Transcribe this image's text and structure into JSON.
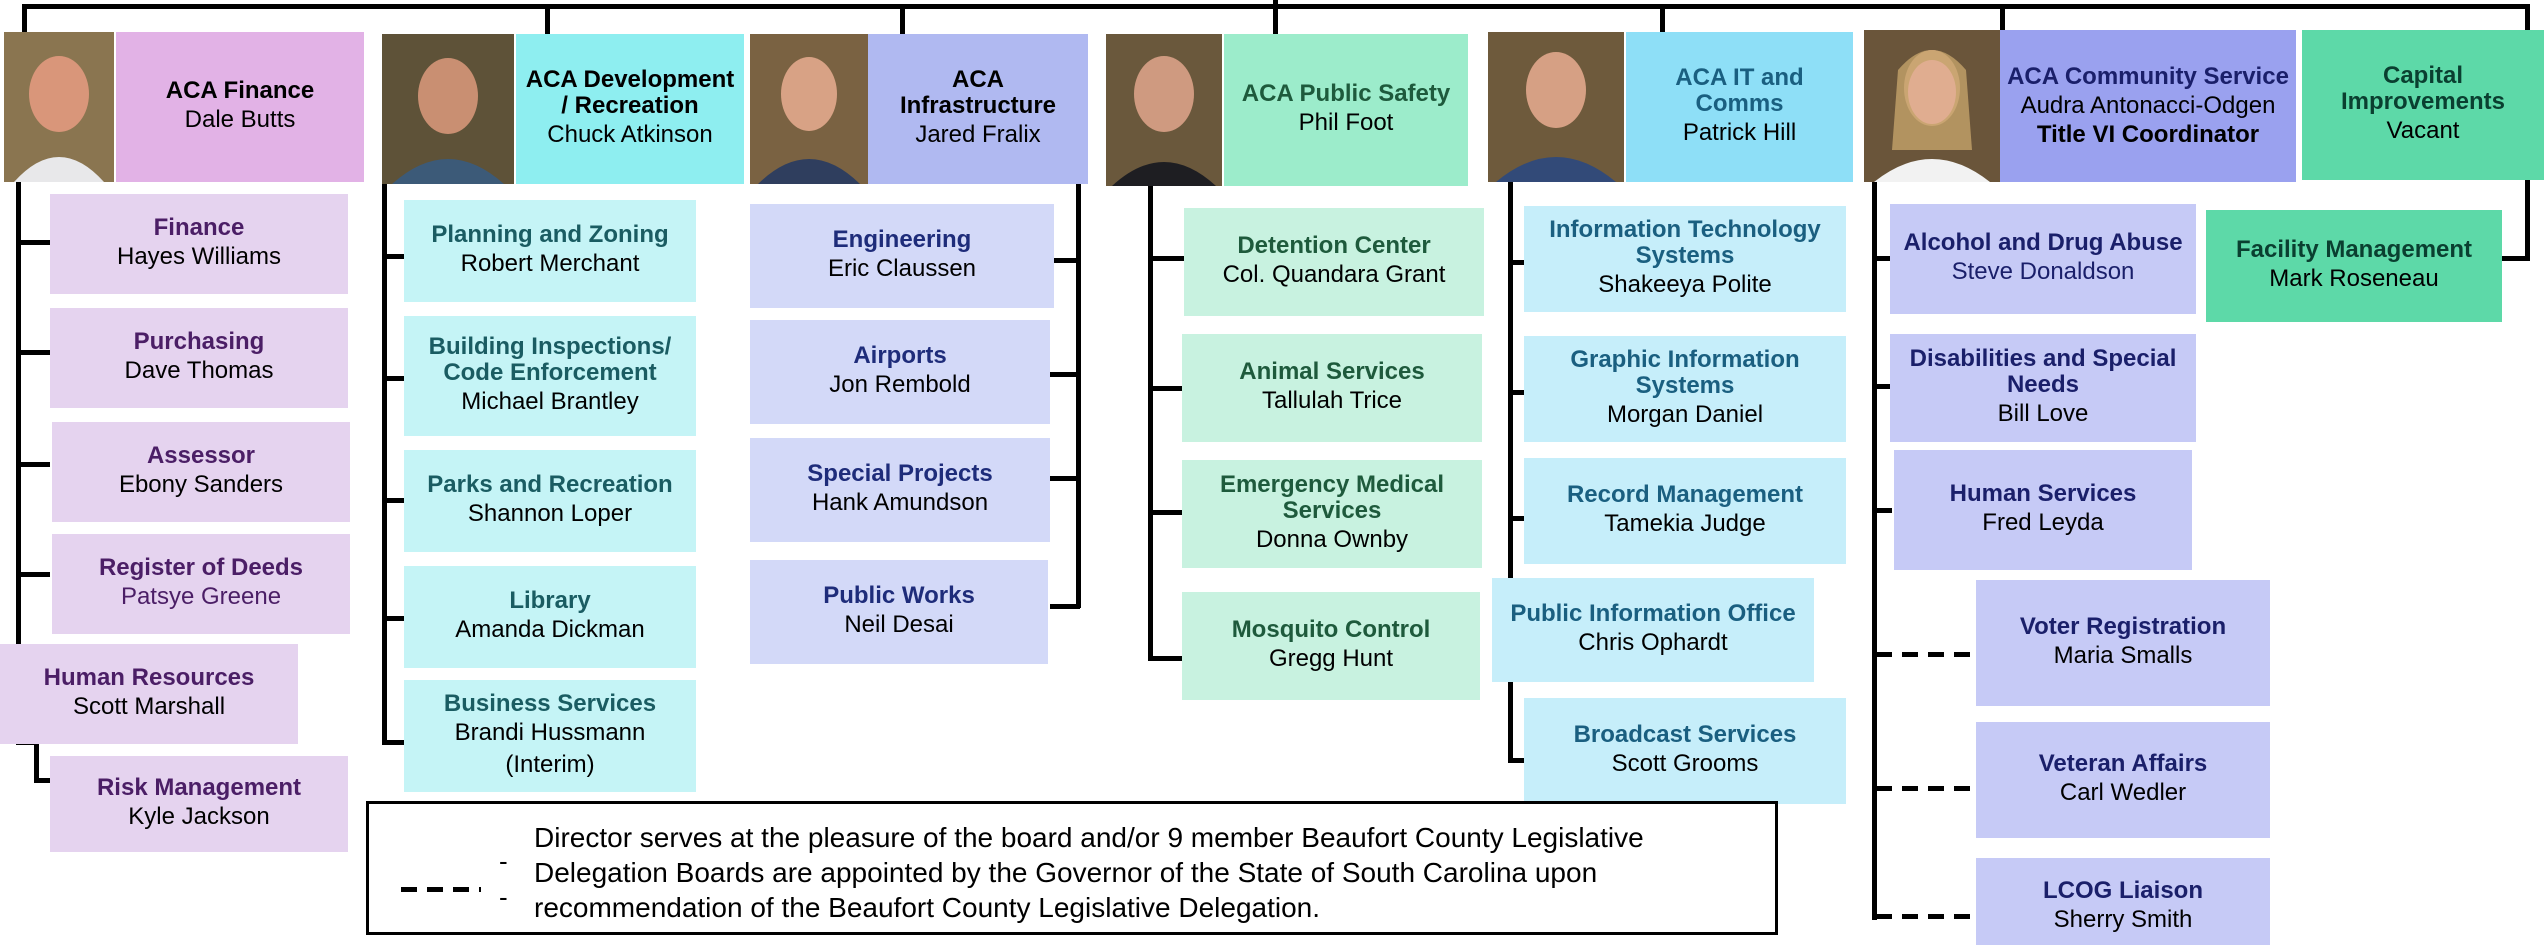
{
  "heads": [
    {
      "title": "ACA Finance",
      "name": "Dale Butts",
      "color": "#e2b2e6"
    },
    {
      "title": "ACA Development / Recreation",
      "name": "Chuck Atkinson",
      "color": "#8eeef0"
    },
    {
      "title": "ACA Infrastructure",
      "name": "Jared Fralix",
      "color": "#b0b9f1"
    },
    {
      "title": "ACA Public Safety",
      "name": "Phil Foot",
      "color": "#9ceccb"
    },
    {
      "title": "ACA IT and Comms",
      "name": "Patrick Hill",
      "color": "#8edff7"
    },
    {
      "title": "ACA Community Service",
      "name": "Audra Antonacci-Odgen",
      "extra": "Title VI Coordinator",
      "color": "#9aa1ef"
    },
    {
      "title": "Capital Improvements",
      "name": "Vacant",
      "color": "#5dd9a8"
    }
  ],
  "finance": [
    {
      "title": "Finance",
      "name": "Hayes Williams"
    },
    {
      "title": "Purchasing",
      "name": "Dave Thomas"
    },
    {
      "title": "Assessor",
      "name": "Ebony Sanders"
    },
    {
      "title": "Register of Deeds",
      "name": "Patsye Greene"
    },
    {
      "title": "Human Resources",
      "name": "Scott Marshall"
    },
    {
      "title": "Risk Management",
      "name": "Kyle Jackson"
    }
  ],
  "development": [
    {
      "title": "Planning and Zoning",
      "name": "Robert Merchant"
    },
    {
      "title": "Building Inspections/ Code Enforcement",
      "name": "Michael Brantley"
    },
    {
      "title": "Parks and Recreation",
      "name": "Shannon Loper"
    },
    {
      "title": "Library",
      "name": "Amanda Dickman"
    },
    {
      "title": "Business Services",
      "name": "Brandi Hussmann",
      "extra": "(Interim)"
    }
  ],
  "infrastructure": [
    {
      "title": "Engineering",
      "name": "Eric Claussen"
    },
    {
      "title": "Airports",
      "name": "Jon Rembold"
    },
    {
      "title": "Special Projects",
      "name": "Hank Amundson"
    },
    {
      "title": "Public Works",
      "name": "Neil Desai"
    }
  ],
  "public_safety": [
    {
      "title": "Detention Center",
      "name": "Col. Quandara Grant"
    },
    {
      "title": "Animal Services",
      "name": "Tallulah Trice"
    },
    {
      "title": "Emergency Medical Services",
      "name": "Donna Ownby"
    },
    {
      "title": "Mosquito Control",
      "name": "Gregg Hunt"
    }
  ],
  "it": [
    {
      "title": "Information Technology Systems",
      "name": "Shakeeya Polite"
    },
    {
      "title": "Graphic Information Systems",
      "name": "Morgan Daniel"
    },
    {
      "title": "Record Management",
      "name": "Tamekia Judge"
    },
    {
      "title": "Public Information Office",
      "name": "Chris Ophardt"
    },
    {
      "title": "Broadcast Services",
      "name": "Scott Grooms"
    }
  ],
  "community": [
    {
      "title": "Alcohol and Drug Abuse",
      "name": "Steve Donaldson"
    },
    {
      "title": "Disabilities and Special Needs",
      "name": "Bill Love"
    },
    {
      "title": "Human Services",
      "name": "Fred Leyda"
    },
    {
      "title": "Voter Registration",
      "name": "Maria Smalls"
    },
    {
      "title": "Veteran Affairs",
      "name": "Carl Wedler"
    },
    {
      "title": "LCOG Liaison",
      "name": "Sherry Smith"
    }
  ],
  "capital": [
    {
      "title": "Facility Management",
      "name": "Mark Roseneau"
    }
  ],
  "legend": {
    "line1": "Director serves at the pleasure of the board and/or 9 member Beaufort County Legislative",
    "line2": "Delegation Boards are appointed by the Governor of the State of South Carolina upon",
    "line3": "recommendation of the Beaufort County Legislative Delegation.",
    "mark1": "-",
    "mark2": "-"
  }
}
